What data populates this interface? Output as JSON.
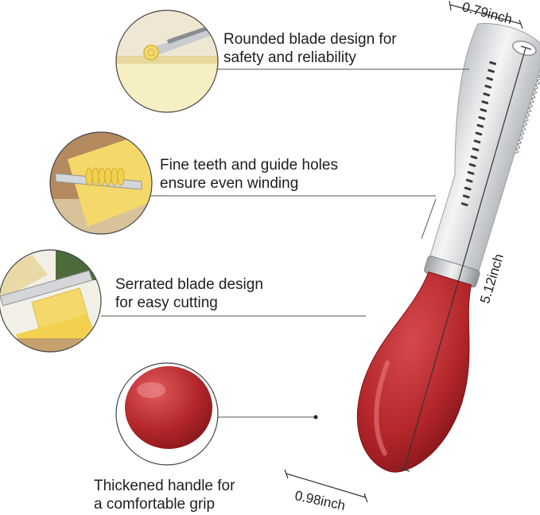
{
  "features": [
    {
      "id": "blade",
      "line1": "Rounded blade design for",
      "line2": "safety and reliability",
      "icon": "butter-curl-icon"
    },
    {
      "id": "teeth",
      "line1": "Fine teeth and guide holes",
      "line2": "ensure even winding",
      "icon": "butter-ribbon-icon"
    },
    {
      "id": "serrated",
      "line1": "Serrated blade design",
      "line2": "for easy cutting",
      "icon": "butter-cut-icon"
    },
    {
      "id": "handle",
      "line1": "Thickened handle for",
      "line2": "a comfortable grip",
      "icon": "handle-closeup-icon"
    }
  ],
  "dimensions": {
    "blade_width": "0.79inch",
    "length": "5.12inch",
    "handle_width": "0.98inch"
  },
  "colors": {
    "handle": "#b3262a",
    "blade": "#d7d9dc",
    "butter": "#f3dc72",
    "line": "#555555"
  }
}
